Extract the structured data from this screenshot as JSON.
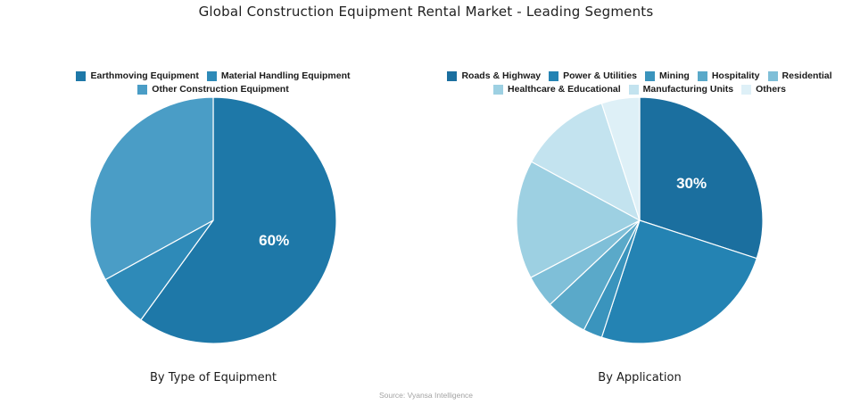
{
  "header": {
    "title": "Global Construction Equipment Rental Market - Leading Segments"
  },
  "footer": {
    "source": "Source: Vyansa Intelligence"
  },
  "chart_data": [
    {
      "type": "pie",
      "title": "By Type of Equipment",
      "legend_position": "top",
      "start_angle_deg": 0,
      "direction": "clockwise",
      "slices": [
        {
          "label": "Earthmoving Equipment",
          "value": 60,
          "color": "#1e78a8",
          "pct_label": "60%"
        },
        {
          "label": "Material Handling Equipment",
          "value": 7,
          "color": "#2e8ab8"
        },
        {
          "label": "Other Construction Equipment",
          "value": 33,
          "color": "#4a9dc6"
        }
      ]
    },
    {
      "type": "pie",
      "title": "By Application",
      "legend_position": "top",
      "start_angle_deg": 0,
      "direction": "clockwise",
      "slices": [
        {
          "label": "Roads & Highway",
          "value": 30,
          "color": "#1b6f9f",
          "pct_label": "30%"
        },
        {
          "label": "Power & Utilities",
          "value": 25,
          "color": "#2483b3"
        },
        {
          "label": "Mining",
          "value": 2.5,
          "color": "#3a94bd"
        },
        {
          "label": "Hospitality",
          "value": 5.5,
          "color": "#5aa9c9"
        },
        {
          "label": "Residential",
          "value": 4.3,
          "color": "#7fbfd8"
        },
        {
          "label": "Healthcare & Educational",
          "value": 15.6,
          "color": "#9dd0e2"
        },
        {
          "label": "Manufacturing Units",
          "value": 12.1,
          "color": "#c3e3ef"
        },
        {
          "label": "Others",
          "value": 5.0,
          "color": "#def0f7"
        }
      ]
    }
  ]
}
